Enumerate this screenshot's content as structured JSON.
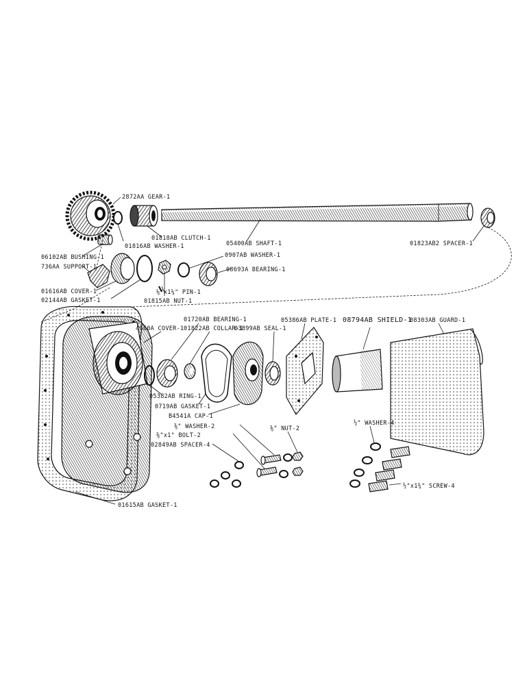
{
  "labels": {
    "gear": "2872AA GEAR-1",
    "clutch": "01818AB CLUTCH-1",
    "washer_01816": "01816AB WASHER-1",
    "bushing": "06102AB BUSHING-1",
    "support": "736AA SUPPORT-1",
    "shaft": "05400AB SHAFT-1",
    "spacer_01823": "01823AB2 SPACER-1",
    "washer_0907": "0907AB WASHER-1",
    "bearing_08693": "08693A BEARING-1",
    "cover_01616": "01616AB COVER-1",
    "gasket_02144": "02144AB GASKET-1",
    "pin": "⅛\"x1¼\" PIN-1",
    "nut_01815": "01815AB NUT-1",
    "cover_4660": "4660A COVER-1",
    "bearing_01720": "01720AB BEARING-1",
    "collar": "01822AB COLLAR-1",
    "seal": "03899AB SEAL-1",
    "plate": "05386AB PLATE-1",
    "shield": "08794AB SHIELD-1",
    "guard": "08303AB GUARD-1",
    "ring": "05382AB RING-1",
    "gasket_0719": "0719AB GASKET-1",
    "cap": "B4541A CAP-1",
    "washer_2": "⅜\" WASHER-2",
    "bolt": "⅜\"x1\" BOLT-2",
    "spacer_02849": "02849AB SPACER-4",
    "nut_2": "⅜\" NUT-2",
    "washer_4": "½\" WASHER-4",
    "screw": "½\"x1¾\" SCREW-4",
    "gasket_01615": "01615AB GASKET-1"
  }
}
